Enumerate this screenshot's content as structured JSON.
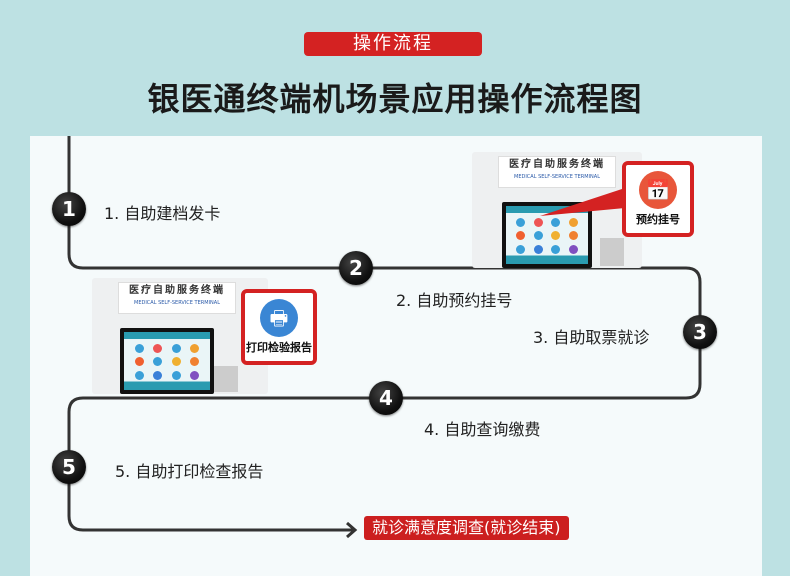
{
  "header": {
    "section_badge": "操作流程",
    "title": "银医通终端机场景应用操作流程图"
  },
  "flow": {
    "steps": [
      {
        "number": "1",
        "label": "1. 自助建档发卡"
      },
      {
        "number": "2",
        "label": "2. 自助预约挂号"
      },
      {
        "number": "3",
        "label": "3. 自助取票就诊"
      },
      {
        "number": "4",
        "label": "4. 自助查询缴费"
      },
      {
        "number": "5",
        "label": "5. 自助打印检查报告"
      }
    ],
    "end_label": "就诊满意度调查(就诊结束)"
  },
  "kiosks": [
    {
      "header_cn": "医疗自助服务终端",
      "header_en": "MEDICAL SELF-SERVICE TERMINAL",
      "callout_label": "预约挂号",
      "callout_icon": "calendar-icon",
      "callout_icon_glyph": "📅",
      "callout_icon_color": "#e8563a"
    },
    {
      "header_cn": "医疗自助服务终端",
      "header_en": "MEDICAL SELF-SERVICE TERMINAL",
      "callout_label": "打印检验报告",
      "callout_icon": "printer-icon",
      "callout_icon_glyph": "🖶",
      "callout_icon_color": "#3a86d4"
    }
  ],
  "colors": {
    "background": "#bde1e3",
    "accent_red": "#d42222",
    "line": "#333333",
    "card": "#f5fafb"
  }
}
